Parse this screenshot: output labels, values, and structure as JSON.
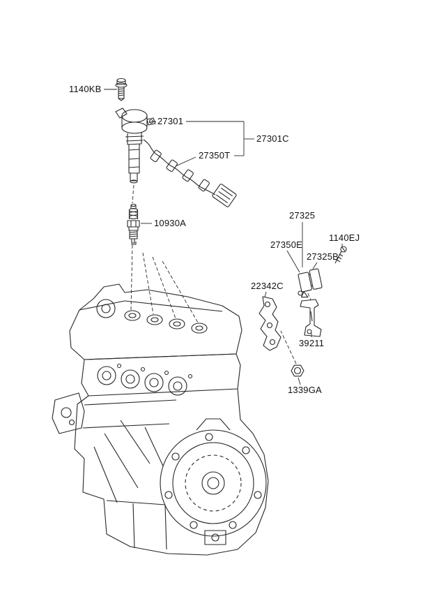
{
  "page": {
    "background": "#ffffff",
    "line_color": "#262626",
    "text_color": "#111111",
    "description": "Engine spark plug and ignition coil parts diagram"
  },
  "parts": {
    "bolt_coil": {
      "label": "1140KB"
    },
    "ignition_coil": {
      "label": "27301"
    },
    "coil_cable_assy": {
      "label": "27301C"
    },
    "cable_set": {
      "label": "27350T"
    },
    "spark_plug": {
      "label": "10930A"
    },
    "condenser_assy": {
      "label": "27325"
    },
    "condenser_bracket": {
      "label": "27350E"
    },
    "screw": {
      "label": "1140EJ"
    },
    "condenser": {
      "label": "27325B"
    },
    "bracket_a": {
      "label": "22342C"
    },
    "bracket_b": {
      "label": "39211"
    },
    "nut": {
      "label": "1339GA"
    }
  }
}
